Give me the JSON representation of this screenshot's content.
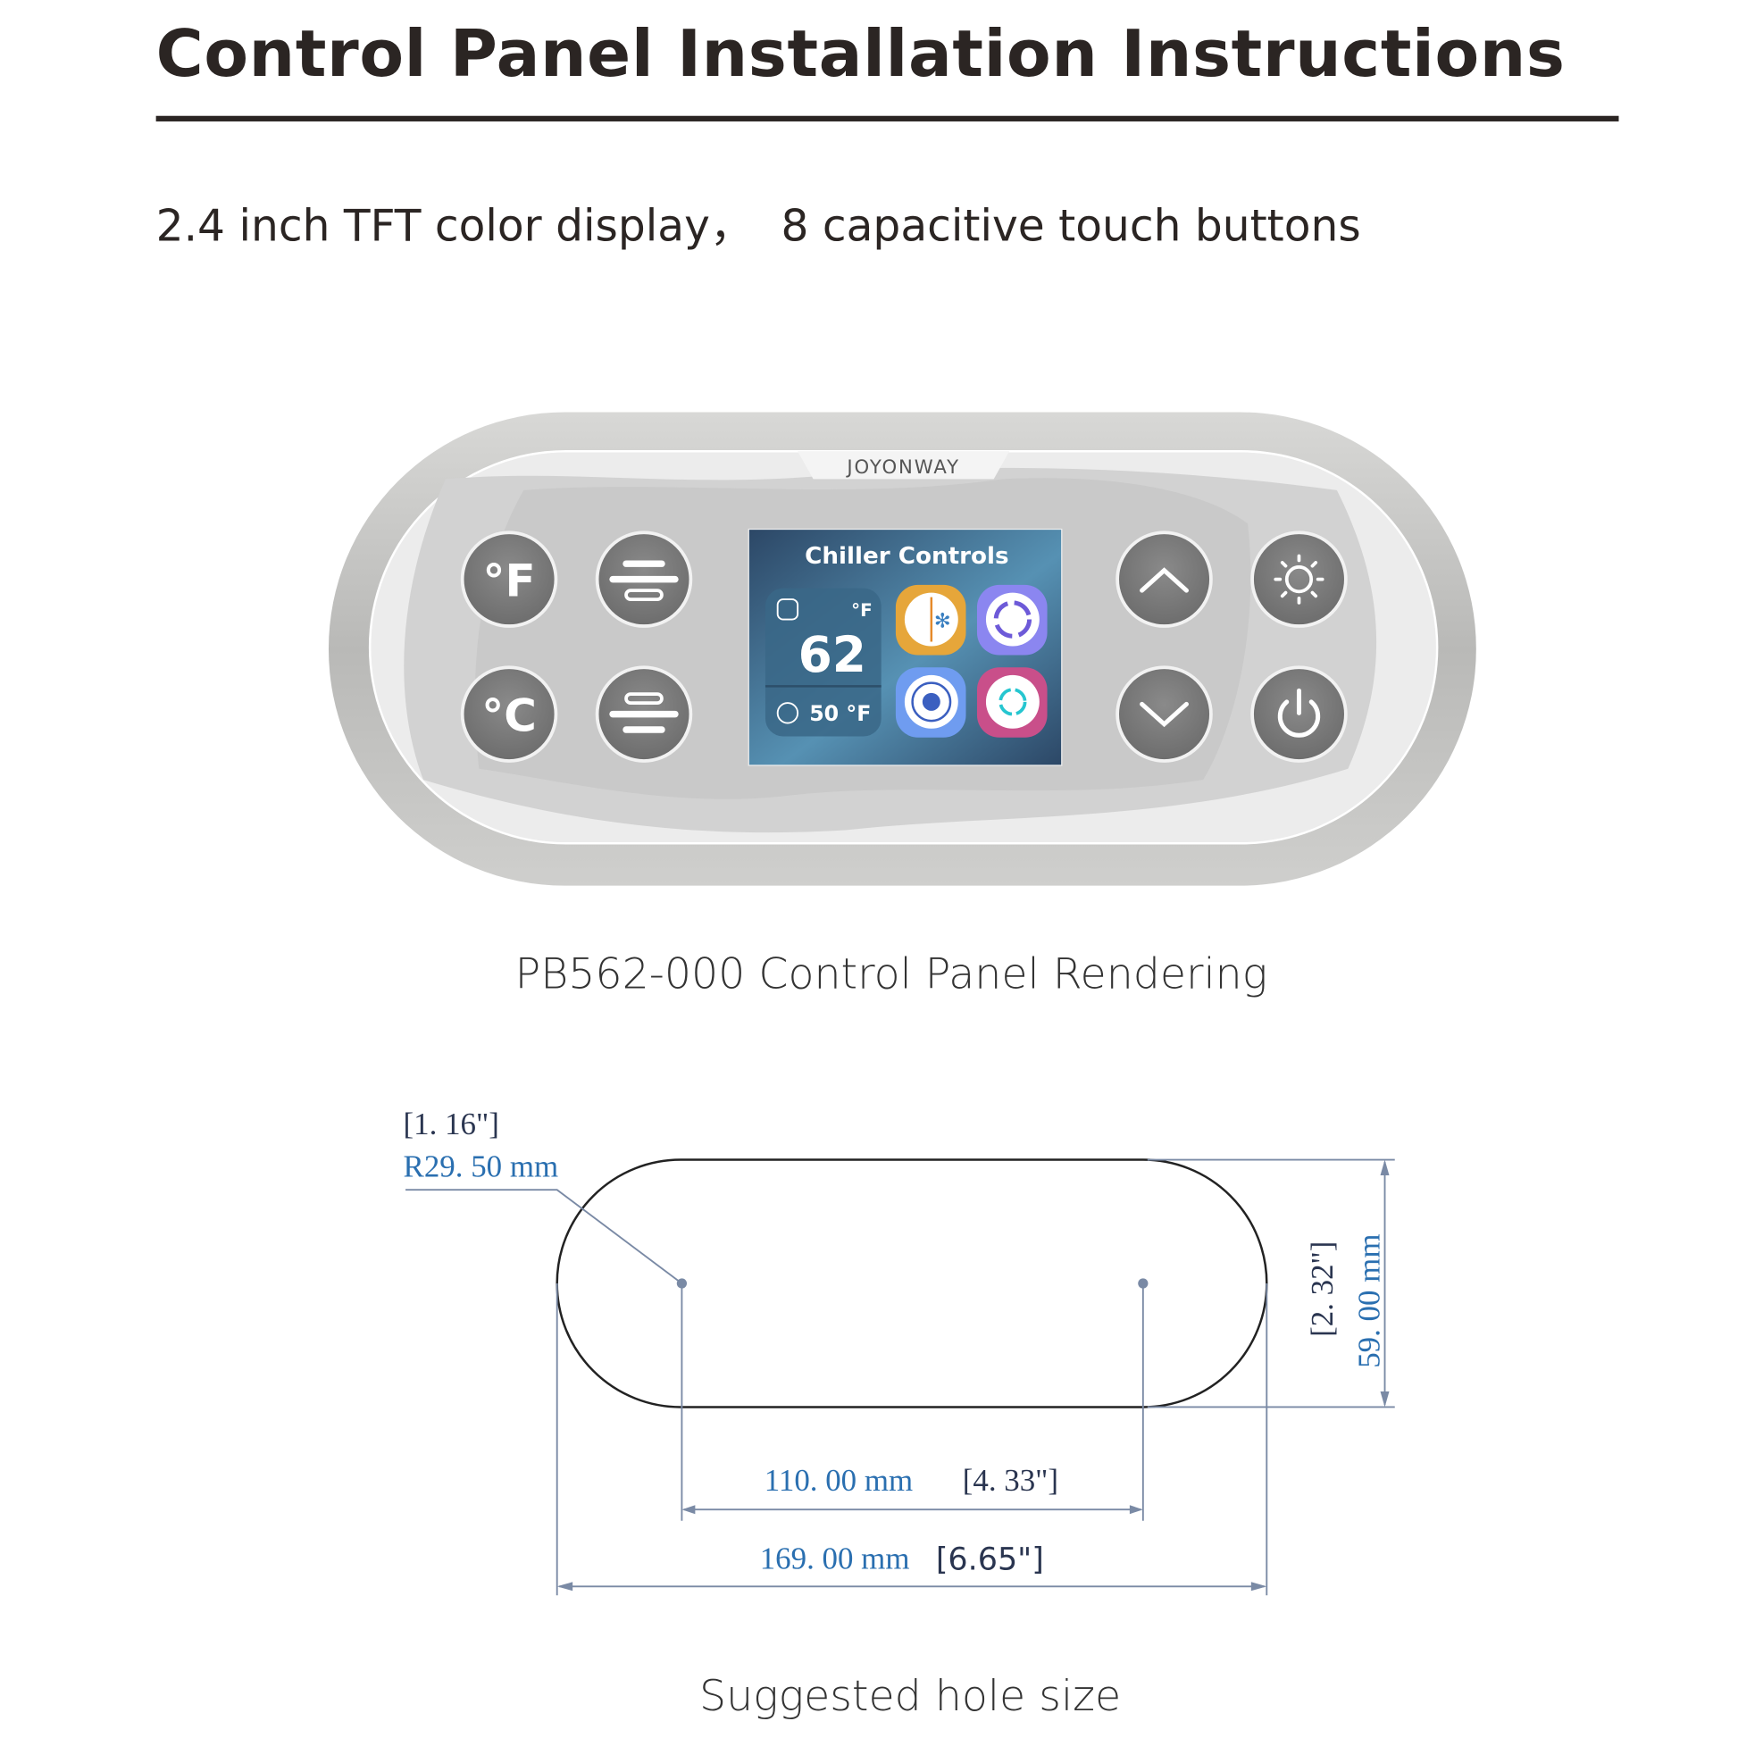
{
  "header": {
    "title": "Control Panel Installation Instructions",
    "subtitle": "2.4 inch TFT color display，  8 capacitive touch buttons"
  },
  "panel": {
    "brand": "JOYONWAY",
    "buttons": [
      {
        "name": "fahrenheit",
        "label": "°F"
      },
      {
        "name": "celsius",
        "label": "°C"
      },
      {
        "name": "menu-1",
        "icon": "menu-lines-icon"
      },
      {
        "name": "menu-2",
        "icon": "menu-lines-icon"
      },
      {
        "name": "up",
        "icon": "chevron-up-icon"
      },
      {
        "name": "down",
        "icon": "chevron-down-icon"
      },
      {
        "name": "light",
        "icon": "sun-icon"
      },
      {
        "name": "power",
        "icon": "power-icon"
      }
    ],
    "screen": {
      "title": "Chiller Controls",
      "unit": "°F",
      "current_temp": "62",
      "set_temp": "50 °F"
    },
    "caption": "PB562-000 Control Panel Rendering"
  },
  "drawing": {
    "radius_in": "[1. 16\"]",
    "radius_mm": "R29. 50  mm",
    "height_in": "[2. 32\"]",
    "height_mm": "59. 00  mm",
    "center_mm": "110. 00  mm",
    "center_in": "[4. 33\"]",
    "width_mm": "169. 00  mm",
    "width_in": "[6.65\"]",
    "caption": "Suggested hole size",
    "colors": {
      "blue": "#2a6fb0",
      "dark": "#2a3550",
      "line": "#7a8aa5"
    }
  }
}
